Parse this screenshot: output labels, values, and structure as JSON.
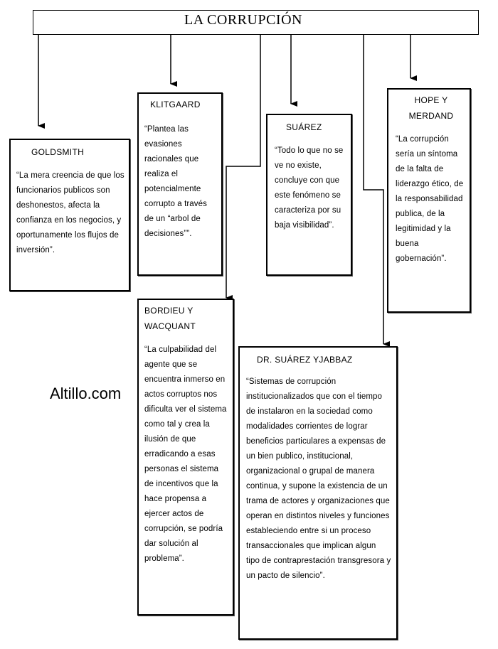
{
  "title": "LA CORRUPCIÓN",
  "watermark": "Altillo.com",
  "nodes": {
    "goldsmith": {
      "title": "GOLDSMITH",
      "body": "“La mera creencia de que los funcionarios publicos son deshonestos, afecta la confianza en los negocios, y oportunamente los flujos de inversión”."
    },
    "klitgaard": {
      "title": "KLITGAARD",
      "body": "“Plantea las evasiones racionales que realiza el potencialmente corrupto a través de un “arbol de decisiones””."
    },
    "suarez": {
      "title": "SUÁREZ",
      "body": "“Todo lo que no se ve no existe, concluye con que este fenómeno se caracteriza por su baja visibilidad”."
    },
    "hope": {
      "title": "HOPE Y MERDAND",
      "body": "“La corrupción sería un síntoma de la falta de liderazgo ético, de la responsabilidad publica, de la legitimidad y la buena gobernación”."
    },
    "bordieu": {
      "title": "BORDIEU Y WACQUANT",
      "body": "“La culpabilidad del agente que se encuentra inmerso en actos corruptos nos dificulta ver el sistema como tal y crea la ilusión de que erradicando a esas personas el sistema de incentivos que la hace propensa a ejercer actos de corrupción, se podría dar solución al problema”."
    },
    "dr_suarez": {
      "title": "DR. SUÁREZ YJABBAZ",
      "body": "“Sistemas de corrupción institucionalizados que con el tiempo de instalaron en la sociedad como modalidades corrientes de lograr beneficios particulares a expensas de un bien publico, institucional, organizacional o grupal de manera continua, y supone la existencia de un trama de actores y organizaciones que operan en distintos niveles y funciones estableciendo entre si un proceso transaccionales que implican algun tipo de contraprestación transgresora y un pacto de silencio”."
    }
  }
}
